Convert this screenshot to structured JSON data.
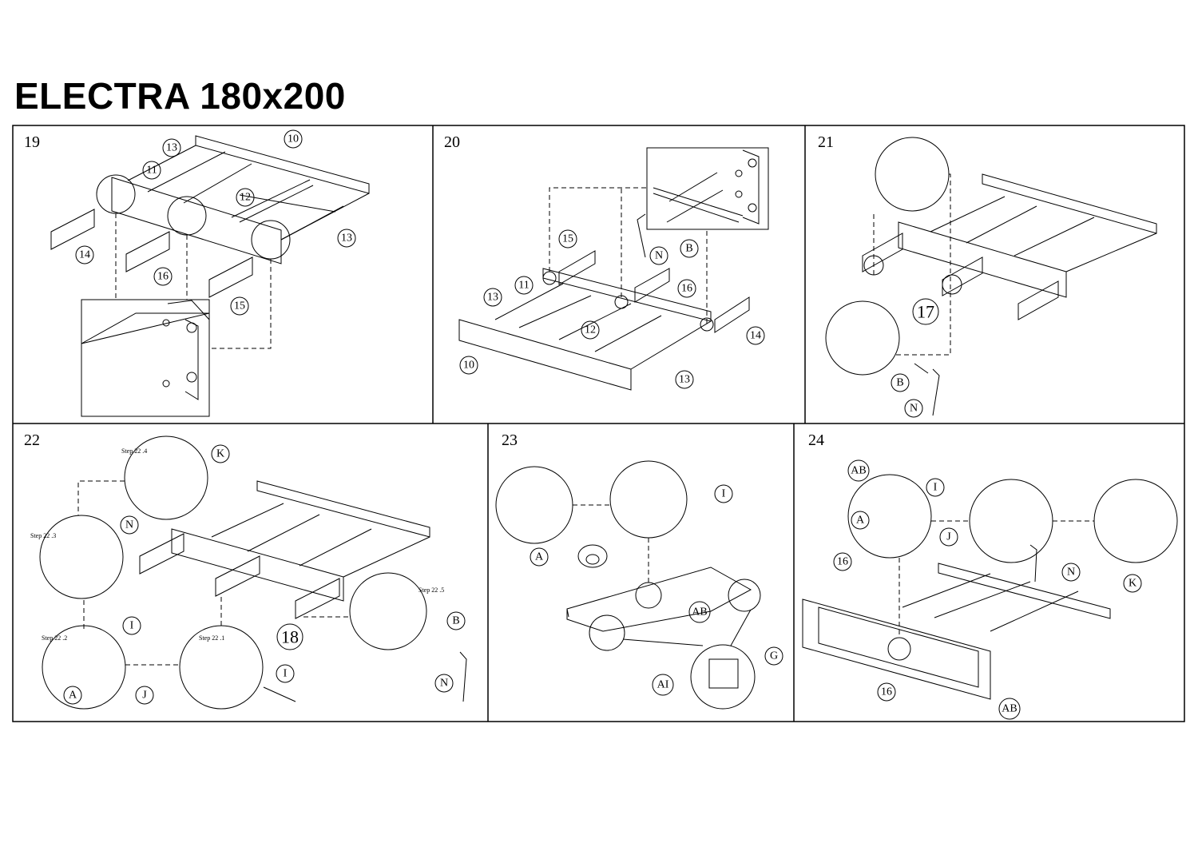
{
  "title": "ELECTRA 180x200",
  "steps": [
    {
      "number": "19",
      "labels": [
        "13",
        "11",
        "10",
        "12",
        "13",
        "14",
        "16",
        "15"
      ]
    },
    {
      "number": "20",
      "labels": [
        "15",
        "N",
        "B",
        "11",
        "16",
        "13",
        "12",
        "14",
        "10",
        "13"
      ]
    },
    {
      "number": "21",
      "labels": [
        "17",
        "B",
        "N"
      ]
    },
    {
      "number": "22",
      "labels": [
        "K",
        "N",
        "18",
        "B",
        "N",
        "I",
        "A",
        "J",
        "I"
      ],
      "substeps": [
        "Step 22 .4",
        "Step 22 .3",
        "Step 22 .5",
        "Step 22 .2",
        "Step 22 .1"
      ]
    },
    {
      "number": "23",
      "labels": [
        "I",
        "A",
        "AB",
        "AI",
        "G"
      ]
    },
    {
      "number": "24",
      "labels": [
        "AB",
        "I",
        "A",
        "J",
        "16",
        "N",
        "K",
        "16",
        "AB"
      ]
    }
  ]
}
